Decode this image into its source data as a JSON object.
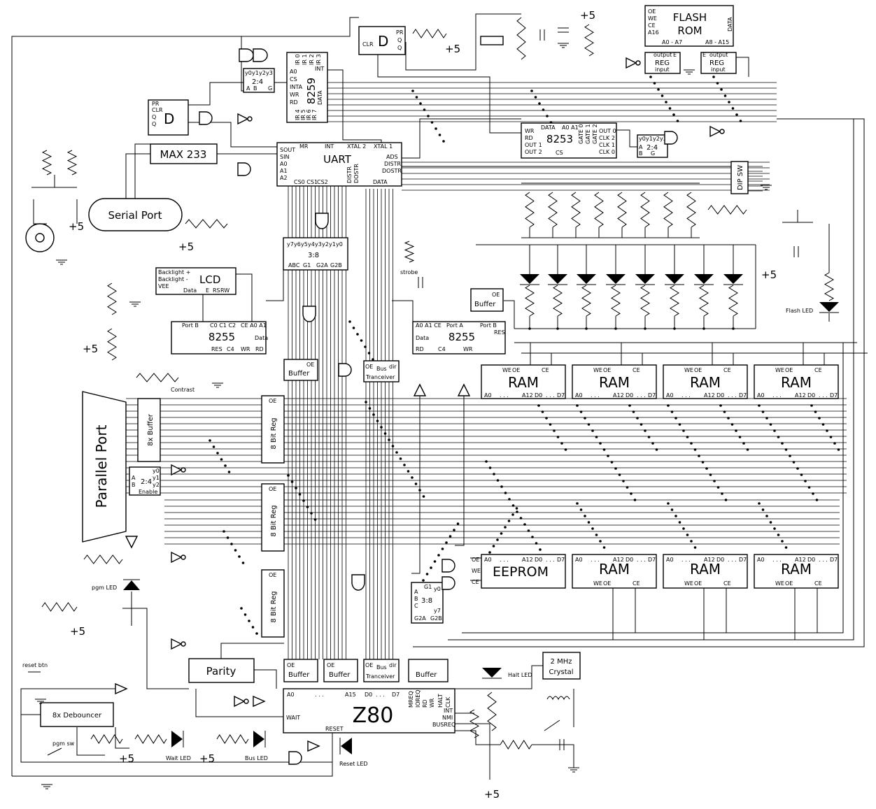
{
  "colors": {
    "ink": "#000000",
    "paper": "#ffffff"
  },
  "components": {
    "z80": "Z80",
    "uart": "UART",
    "flash_rom": [
      "FLASH",
      "ROM"
    ],
    "pit_8253": "8253",
    "pic_8259": "8259",
    "ppi_8255_left": "8255",
    "ppi_8255_right": "8255",
    "eeprom": "EEPROM",
    "ram": "RAM",
    "max233": "MAX 233",
    "serial_port": "Serial Port",
    "parallel_port": "Parallel Port",
    "lcd": "LCD",
    "parity": "Parity",
    "debouncer": "8x Debouncer",
    "crystal": [
      "2 MHz",
      "Crystal"
    ],
    "dip_sw": "DIP SW",
    "dec_3to8": "3:8",
    "dec_2to4": "2:4",
    "buffer": "Buffer",
    "octal_buffer": "8x Buffer",
    "bit_reg": "8 Bit Reg",
    "transceiver": "Tranceiver",
    "reg": "REG",
    "flipflop": "D"
  },
  "labels": {
    "plus5": "+5",
    "pgm_led": "pgm LED",
    "flash_led": "Flash LED",
    "halt_led": "Halt LED",
    "wait_led": "Wait LED",
    "bus_led": "Bus LED",
    "reset_led": "Reset LED",
    "reset_btn": "reset btn",
    "pgm_sw": "pgm sw",
    "strobe": "strobe",
    "contrast": "Contrast"
  },
  "pins": {
    "z80_left": [
      "A0",
      ". . .",
      "A15",
      "D0",
      ". . .",
      "D7"
    ],
    "z80_ctrl": [
      "MREQ",
      "IOREQ",
      "RD",
      "WR",
      "HALT",
      "CLK"
    ],
    "z80_right": [
      "INT",
      "NMI",
      "BUSREQ"
    ],
    "z80_wait": "WAIT",
    "z80_reset": "RESET",
    "uart_left": [
      "SOUT",
      "SIN",
      "A0",
      "A1",
      "A2"
    ],
    "uart_top": [
      "MR",
      "INT",
      "XTAL 2",
      "XTAL 1"
    ],
    "uart_right": [
      "ADS",
      "DISTR",
      "DOSTR"
    ],
    "uart_bottom": [
      "CS0 CS1",
      "CS2",
      "DISTR",
      "DOSTR",
      "DATA"
    ],
    "pic_left": [
      "A0",
      "CS",
      "INTA",
      "WR",
      "RD"
    ],
    "pic_top": [
      "IR 0",
      "IR 1",
      "IR 2",
      "IR 3"
    ],
    "pic_bottom": [
      "IR 4",
      "IR 5",
      "IR 6",
      "IR 7"
    ],
    "pic_right": [
      "INT",
      "DATA"
    ],
    "pit_left": [
      "WR",
      "RD",
      "OUT 1",
      "OUT 2"
    ],
    "pit_top": [
      "DATA",
      "A0 A1",
      "GATE 0",
      "GATE 1",
      "GATE 2"
    ],
    "pit_right": [
      "OUT 0",
      "CLK 2",
      "CLK 1",
      "CLK 0"
    ],
    "pit_cs": "CS",
    "flash_left": [
      "OE",
      "WE",
      "CE",
      "A16"
    ],
    "flash_bottom": [
      "A0 - A7",
      "A8 - A15"
    ],
    "flash_data": "DATA",
    "reg_pins": [
      "output",
      "E",
      "input"
    ],
    "dec2_outputs": [
      "y0",
      "y1",
      "y2",
      "y3"
    ],
    "dec2_inputs": [
      "A",
      "B",
      "G"
    ],
    "dec3_outputs": [
      "y7",
      "y6",
      "y5",
      "y4",
      "y3",
      "y2",
      "y1",
      "y0"
    ],
    "dec3_inputs": [
      "ABC",
      "G1",
      "G2A",
      "G2B"
    ],
    "dec3_side": [
      "G1",
      "y0",
      "A",
      "B",
      "C",
      "y7",
      "G2A",
      "G2B"
    ],
    "ppi_left": [
      "Port B",
      "C0 C1 C2",
      "CE A0 A1",
      "RES",
      "C4",
      "WR",
      "RD",
      "Data"
    ],
    "ppi_right": [
      "A0 A1 CE",
      "Port A",
      "Port B",
      "Data",
      "RES",
      "RD",
      "C4",
      "WR"
    ],
    "lcd": [
      "Backlight +",
      "Backlight -",
      "VEE",
      "Data",
      "E",
      "RS",
      "RW"
    ],
    "ram_top": [
      "WE",
      "OE",
      "CE"
    ],
    "ram_bottom": [
      "A0",
      ". . .",
      "A12",
      "D0",
      ". . .",
      "D7"
    ],
    "eeprom_left": [
      "OE",
      "WE",
      "CE"
    ],
    "ff_pins": [
      "PR",
      "CLR",
      "Q",
      "Q"
    ],
    "buffer_oe": "OE",
    "bus": "Bus",
    "dir": "dir",
    "par_dec": [
      "A",
      "B",
      "y0",
      "y1",
      "y2",
      "Enable"
    ]
  }
}
